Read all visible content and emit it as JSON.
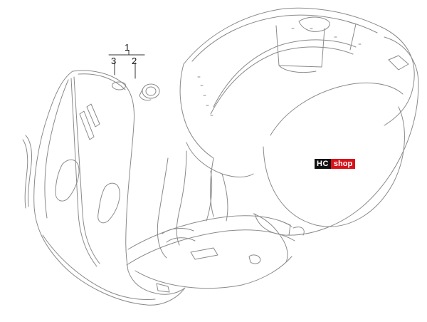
{
  "callouts": [
    {
      "id": "c1",
      "label": "1"
    },
    {
      "id": "c2",
      "label": "2"
    },
    {
      "id": "c3",
      "label": "3"
    }
  ],
  "logo": {
    "part1": "HC",
    "part2": "shop",
    "colors": {
      "part1_bg": "#111111",
      "part2_bg": "#d7131a"
    }
  },
  "line_color": "#8a8a8a"
}
